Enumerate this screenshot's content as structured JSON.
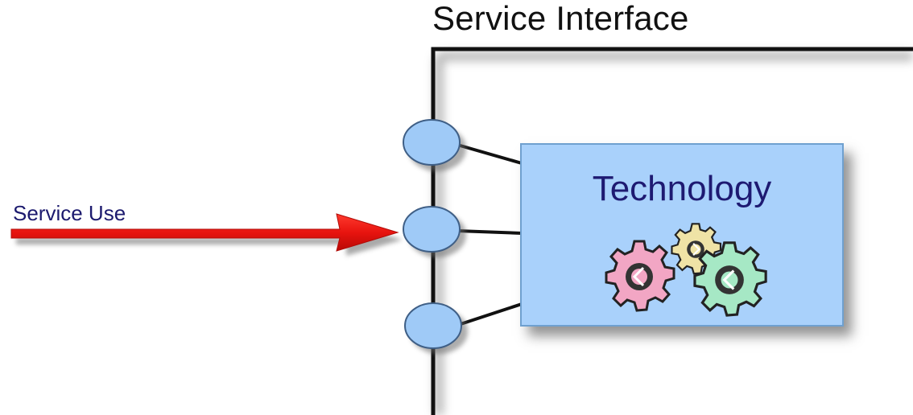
{
  "diagram": {
    "title": "Service Interface",
    "service_use_label": "Service Use",
    "technology_label": "Technology",
    "colors": {
      "port_fill": "#9fcaf7",
      "box_fill": "#a9d1fb",
      "arrow": "#e8140f",
      "line": "#111111",
      "gear_pink": "#f2a6c4",
      "gear_yellow": "#efe3a6",
      "gear_green": "#a6e8c5"
    },
    "icons": [
      "gears-icon"
    ]
  }
}
